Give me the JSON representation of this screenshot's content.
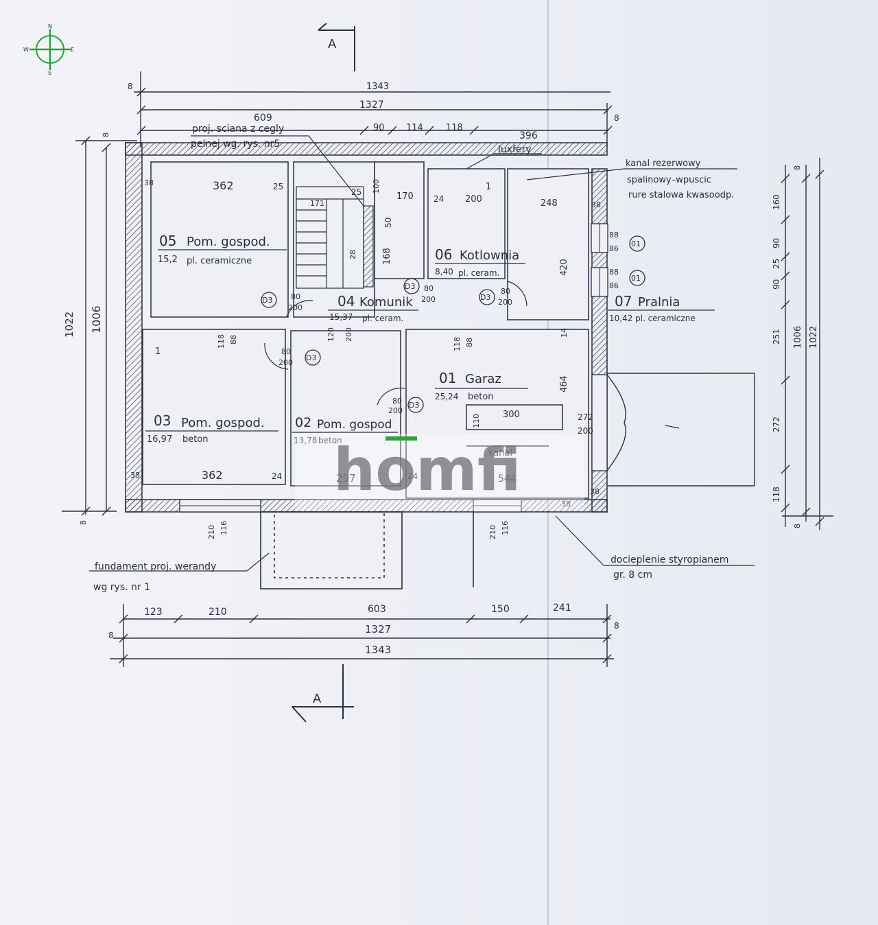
{
  "compass": {
    "n": "N",
    "s": "S",
    "e": "E",
    "w": "W",
    "accent": "#2f9e44"
  },
  "section_marks": {
    "top": "A",
    "bottom": "A"
  },
  "dims_top": {
    "overall_outer": "1343",
    "overall_inner": "1327",
    "left_seg": "609",
    "seg_90": "90",
    "seg_114": "114",
    "seg_118": "118",
    "seg_396": "396",
    "edge_left": "8",
    "edge_right": "8"
  },
  "dims_bottom": {
    "seg_123": "123",
    "seg_210": "210",
    "seg_603": "603",
    "seg_150": "150",
    "seg_241": "241",
    "inner": "1327",
    "outer": "1343",
    "edge_left": "8",
    "edge_right": "8"
  },
  "dims_left": {
    "outer": "1022",
    "inner": "1006",
    "top_edge": "8",
    "bottom_edge": "8"
  },
  "dims_right": {
    "top_edge": "8",
    "seg_160": "160",
    "seg_90a": "90",
    "seg_25": "25",
    "seg_90b": "90",
    "seg_251": "251",
    "seg_272": "272",
    "seg_118": "118",
    "bottom_edge": "8",
    "inner": "1006",
    "outer": "1022"
  },
  "annotations": {
    "wall_note_1": "proj. sciana z cegly",
    "wall_note_2": "pelnej wg. rys. nr5",
    "luxfery": "luxfery",
    "chimney_1": "kanal rezerwowy",
    "chimney_2": "spalinowy–wpuscic",
    "chimney_3": "rure stalowa kwasoodp.",
    "foundation_1": "fundament proj. werandy",
    "foundation_2": "wg rys. nr 1",
    "insulation_1": "docieplenie styropianem",
    "insulation_2": "gr. 8 cm",
    "kanal": "kanal",
    "kanal_300": "300",
    "kanal_110": "110"
  },
  "rooms": [
    {
      "no": "05",
      "name": "Pom. gospod.",
      "area": "15,2",
      "floor": "pl. ceramiczne"
    },
    {
      "no": "06",
      "name": "Kotlownia",
      "area": "8,40",
      "floor": "pl. ceram."
    },
    {
      "no": "04",
      "name": "Komunik",
      "area": "15,37",
      "floor": "pl. ceram."
    },
    {
      "no": "07",
      "name": "Pralnia",
      "area": "10,42",
      "floor": "pl. ceramiczne"
    },
    {
      "no": "01",
      "name": "Garaz",
      "area": "25,24",
      "floor": "beton"
    },
    {
      "no": "03",
      "name": "Pom. gospod.",
      "area": "16,97",
      "floor": "beton"
    },
    {
      "no": "02",
      "name": "Pom. gospod",
      "area": "13,78",
      "floor": "beton"
    }
  ],
  "door_tag": "D3",
  "door_size": {
    "w": "80",
    "h": "200"
  },
  "window_tag": "01",
  "inner_dims": {
    "d_362_top": "362",
    "d_25a": "25",
    "d_25b": "25",
    "d_100": "100",
    "d_171": "171",
    "d_50": "50",
    "d_28": "28",
    "d_168": "168",
    "d_170": "170",
    "d_24": "24",
    "d_200": "200",
    "d_248": "248",
    "d_38a": "38",
    "d_38b": "38",
    "d_88a": "88",
    "d_86a": "86",
    "d_88b": "88",
    "d_86b": "86",
    "d_420": "420",
    "d_14": "14",
    "d_464": "464",
    "d_118a": "118",
    "d_88c": "88",
    "d_120": "120",
    "d_200b": "200",
    "d_118b": "118",
    "d_88d": "88",
    "d_272": "272",
    "d_200c": "200",
    "d_362_bot": "362",
    "d_24b": "24",
    "d_297": "297",
    "d_24c": "24",
    "d_544": "544",
    "d_38c": "38",
    "d_38d": "38",
    "d_210a": "210",
    "d_116a": "116",
    "d_210b": "210",
    "d_116b": "116",
    "d_38e": "38",
    "d_1a": "1",
    "d_1b": "1"
  },
  "watermark": {
    "text": "homfi",
    "accent": "#2f9e44"
  }
}
